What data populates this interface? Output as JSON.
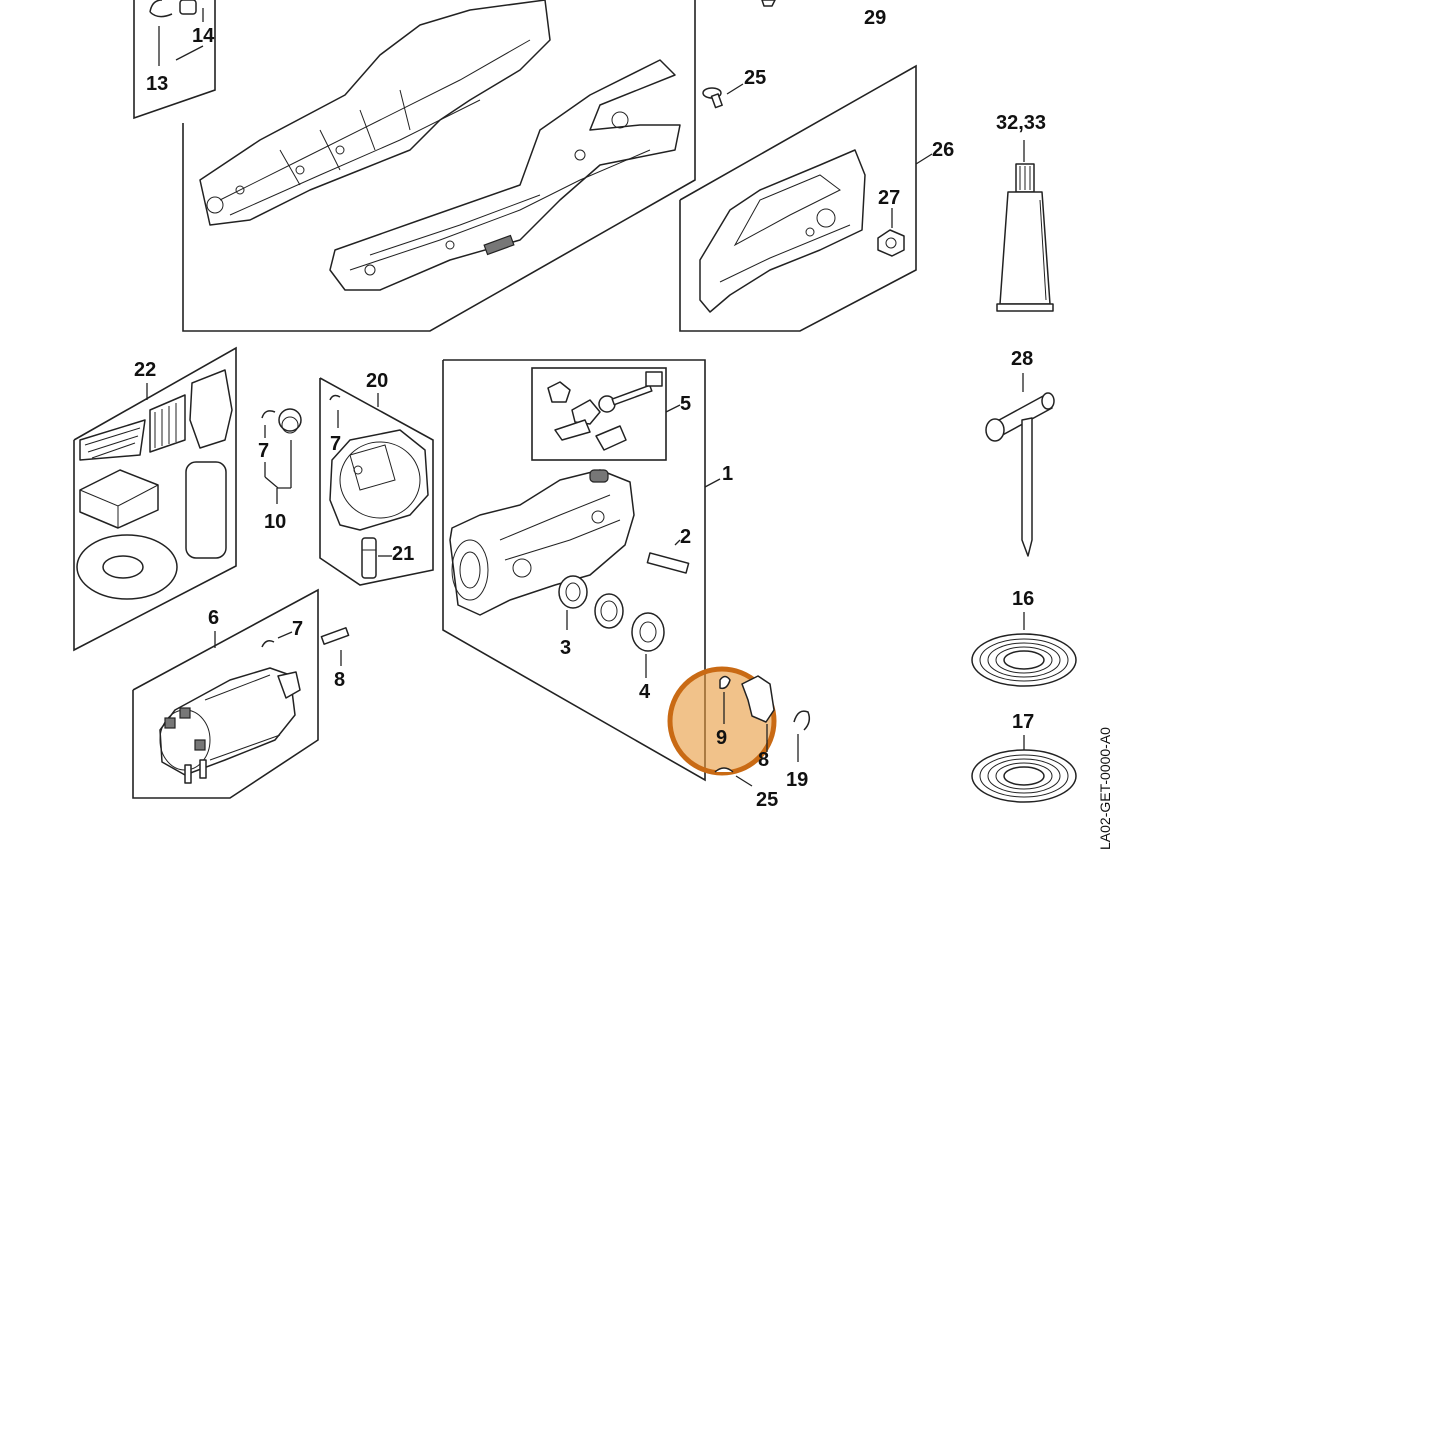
{
  "drawing_code": "LA02-GET-0000-A0",
  "highlight": {
    "color": "#e89a3c",
    "ring_color": "#c96a14",
    "target_label": "9"
  },
  "labels": {
    "l1": "1",
    "l2": "2",
    "l3": "3",
    "l4": "4",
    "l5": "5",
    "l6": "6",
    "l7a": "7",
    "l7b": "7",
    "l7c": "7",
    "l8a": "8",
    "l8b": "8",
    "l9": "9",
    "l10": "10",
    "l13": "13",
    "l14": "14",
    "l16": "16",
    "l17": "17",
    "l19": "19",
    "l20": "20",
    "l21": "21",
    "l22": "22",
    "l25a": "25",
    "l25b": "25",
    "l26": "26",
    "l27": "27",
    "l28": "28",
    "l29": "29",
    "l3233": "32,33"
  }
}
